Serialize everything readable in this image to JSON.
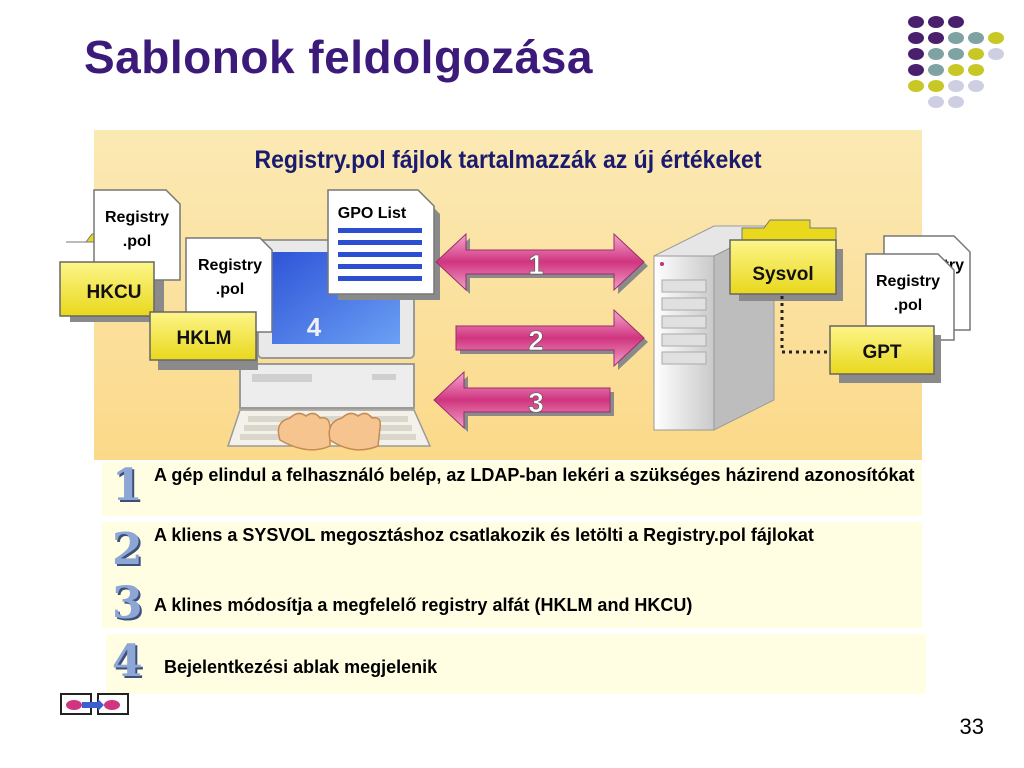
{
  "slide": {
    "title": "Sablonok feldolgozása",
    "page_number": "33"
  },
  "panel": {
    "title": "Registry.pol fájlok tartalmazzák az új értékeket"
  },
  "diagram": {
    "gpo_list": "GPO List",
    "registry_line1": "Registry",
    "registry_line2": ".pol",
    "registry_back": "Registry",
    "hkcu": "HKCU",
    "hklm": "HKLM",
    "sysvol": "Sysvol",
    "gpt": "GPT",
    "arrow1": "1",
    "arrow2": "2",
    "arrow3": "3",
    "monitor_num": "4"
  },
  "steps": [
    {
      "num": "1",
      "text": "A gép elindul a felhasználó belép, az LDAP-ban lekéri a szükséges házirend azonosítókat"
    },
    {
      "num": "2",
      "text": "A kliens a SYSVOL megosztáshoz csatlakozik és letölti a Registry.pol fájlokat"
    },
    {
      "num": "3",
      "text": "A klines módosítja a megfelelő registry alfát  (HKLM and HKCU)"
    },
    {
      "num": "4",
      "text": "Bejelentkezési ablak megjelenik"
    }
  ],
  "colors": {
    "title": "#3b1a7a",
    "arrow": "#d0357f",
    "folder": "#f2e23a",
    "dot_purple": "#4a1f6e",
    "dot_teal": "#7fa3a3",
    "dot_yellow": "#c7c826",
    "dot_grey": "#cfcfe3"
  }
}
